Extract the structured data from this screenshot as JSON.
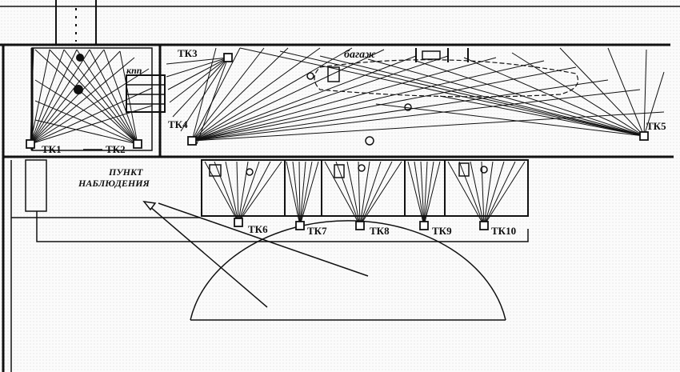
{
  "labels": {
    "kpp": "кпп",
    "baggage": "багаж",
    "observation_line1": "ПУНКТ",
    "observation_line2": "НАБЛЮДЕНИЯ"
  },
  "cameras": [
    {
      "id": "tk1",
      "label": "ТК1"
    },
    {
      "id": "tk2",
      "label": "ТК2"
    },
    {
      "id": "tk3",
      "label": "ТК3"
    },
    {
      "id": "tk4",
      "label": "ТК4"
    },
    {
      "id": "tk5",
      "label": "ТК5"
    },
    {
      "id": "tk6",
      "label": "ТК6"
    },
    {
      "id": "tk7",
      "label": "ТК7"
    },
    {
      "id": "tk8",
      "label": "ТК8"
    },
    {
      "id": "tk9",
      "label": "ТК9"
    },
    {
      "id": "tk10",
      "label": "ТК10"
    }
  ],
  "colors": {
    "ink": "#111111",
    "paper": "#fbfbfb"
  }
}
